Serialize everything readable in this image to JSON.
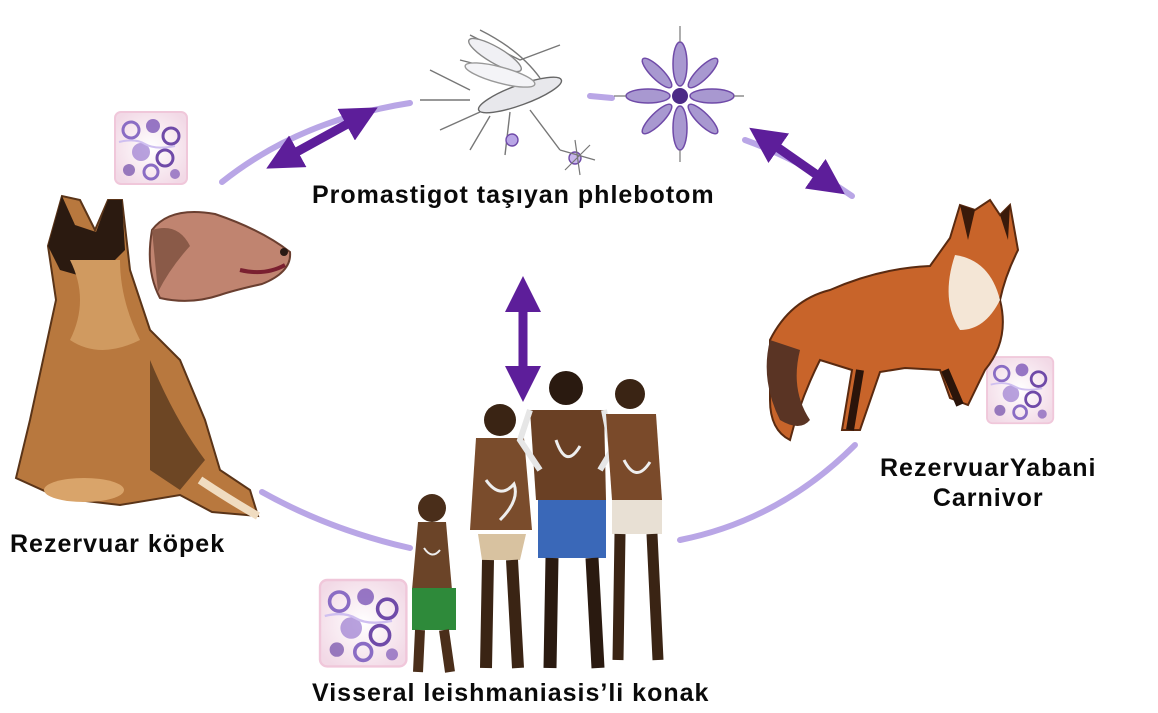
{
  "labels": {
    "vector": "Promastigot taşıyan phlebotom",
    "dog_reservoir": "Rezervuar köpek",
    "wild_reservoir_line1": "RezervuarYabani",
    "wild_reservoir_line2": "Carnivor",
    "human_host": "Visseral leishmaniasis’li konak"
  },
  "colors": {
    "cycle_line": "#b9a6e6",
    "arrow": "#5d1e9a",
    "cell_purple": "#6f4aa8",
    "dog_coat": "#b56a34",
    "fox_coat": "#c8642a",
    "skin": "#5a3a22"
  }
}
